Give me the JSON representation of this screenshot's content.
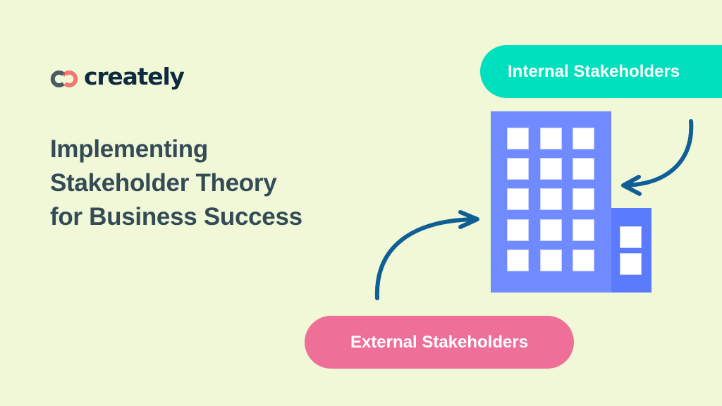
{
  "brand": {
    "logo_icon": "creately-rings-icon",
    "wordmark": "creately",
    "colors": {
      "wordmark": "#0e2a3e",
      "ring_left": "#4a5a60",
      "ring_right": "#f07a72"
    }
  },
  "title": {
    "lines": [
      "Implementing",
      "Stakeholder Theory",
      "for Business Success"
    ],
    "color": "#344b56"
  },
  "diagram": {
    "internal_label": "Internal Stakeholders",
    "external_label": "External Stakeholders",
    "building_icon": "office-building-icon",
    "arrow_icons": [
      "curved-arrow-left-icon",
      "curved-arrow-right-icon"
    ],
    "colors": {
      "background": "#f0f8d8",
      "internal_pill": "#00e0bf",
      "external_pill": "#ee7099",
      "tower": "#708aff",
      "annex": "#5b7bff",
      "window": "#ffffff",
      "arrow": "#0f5e96"
    },
    "tower_windows": {
      "rows": 5,
      "cols": 3
    },
    "annex_windows": {
      "rows": 2,
      "cols": 1
    }
  }
}
